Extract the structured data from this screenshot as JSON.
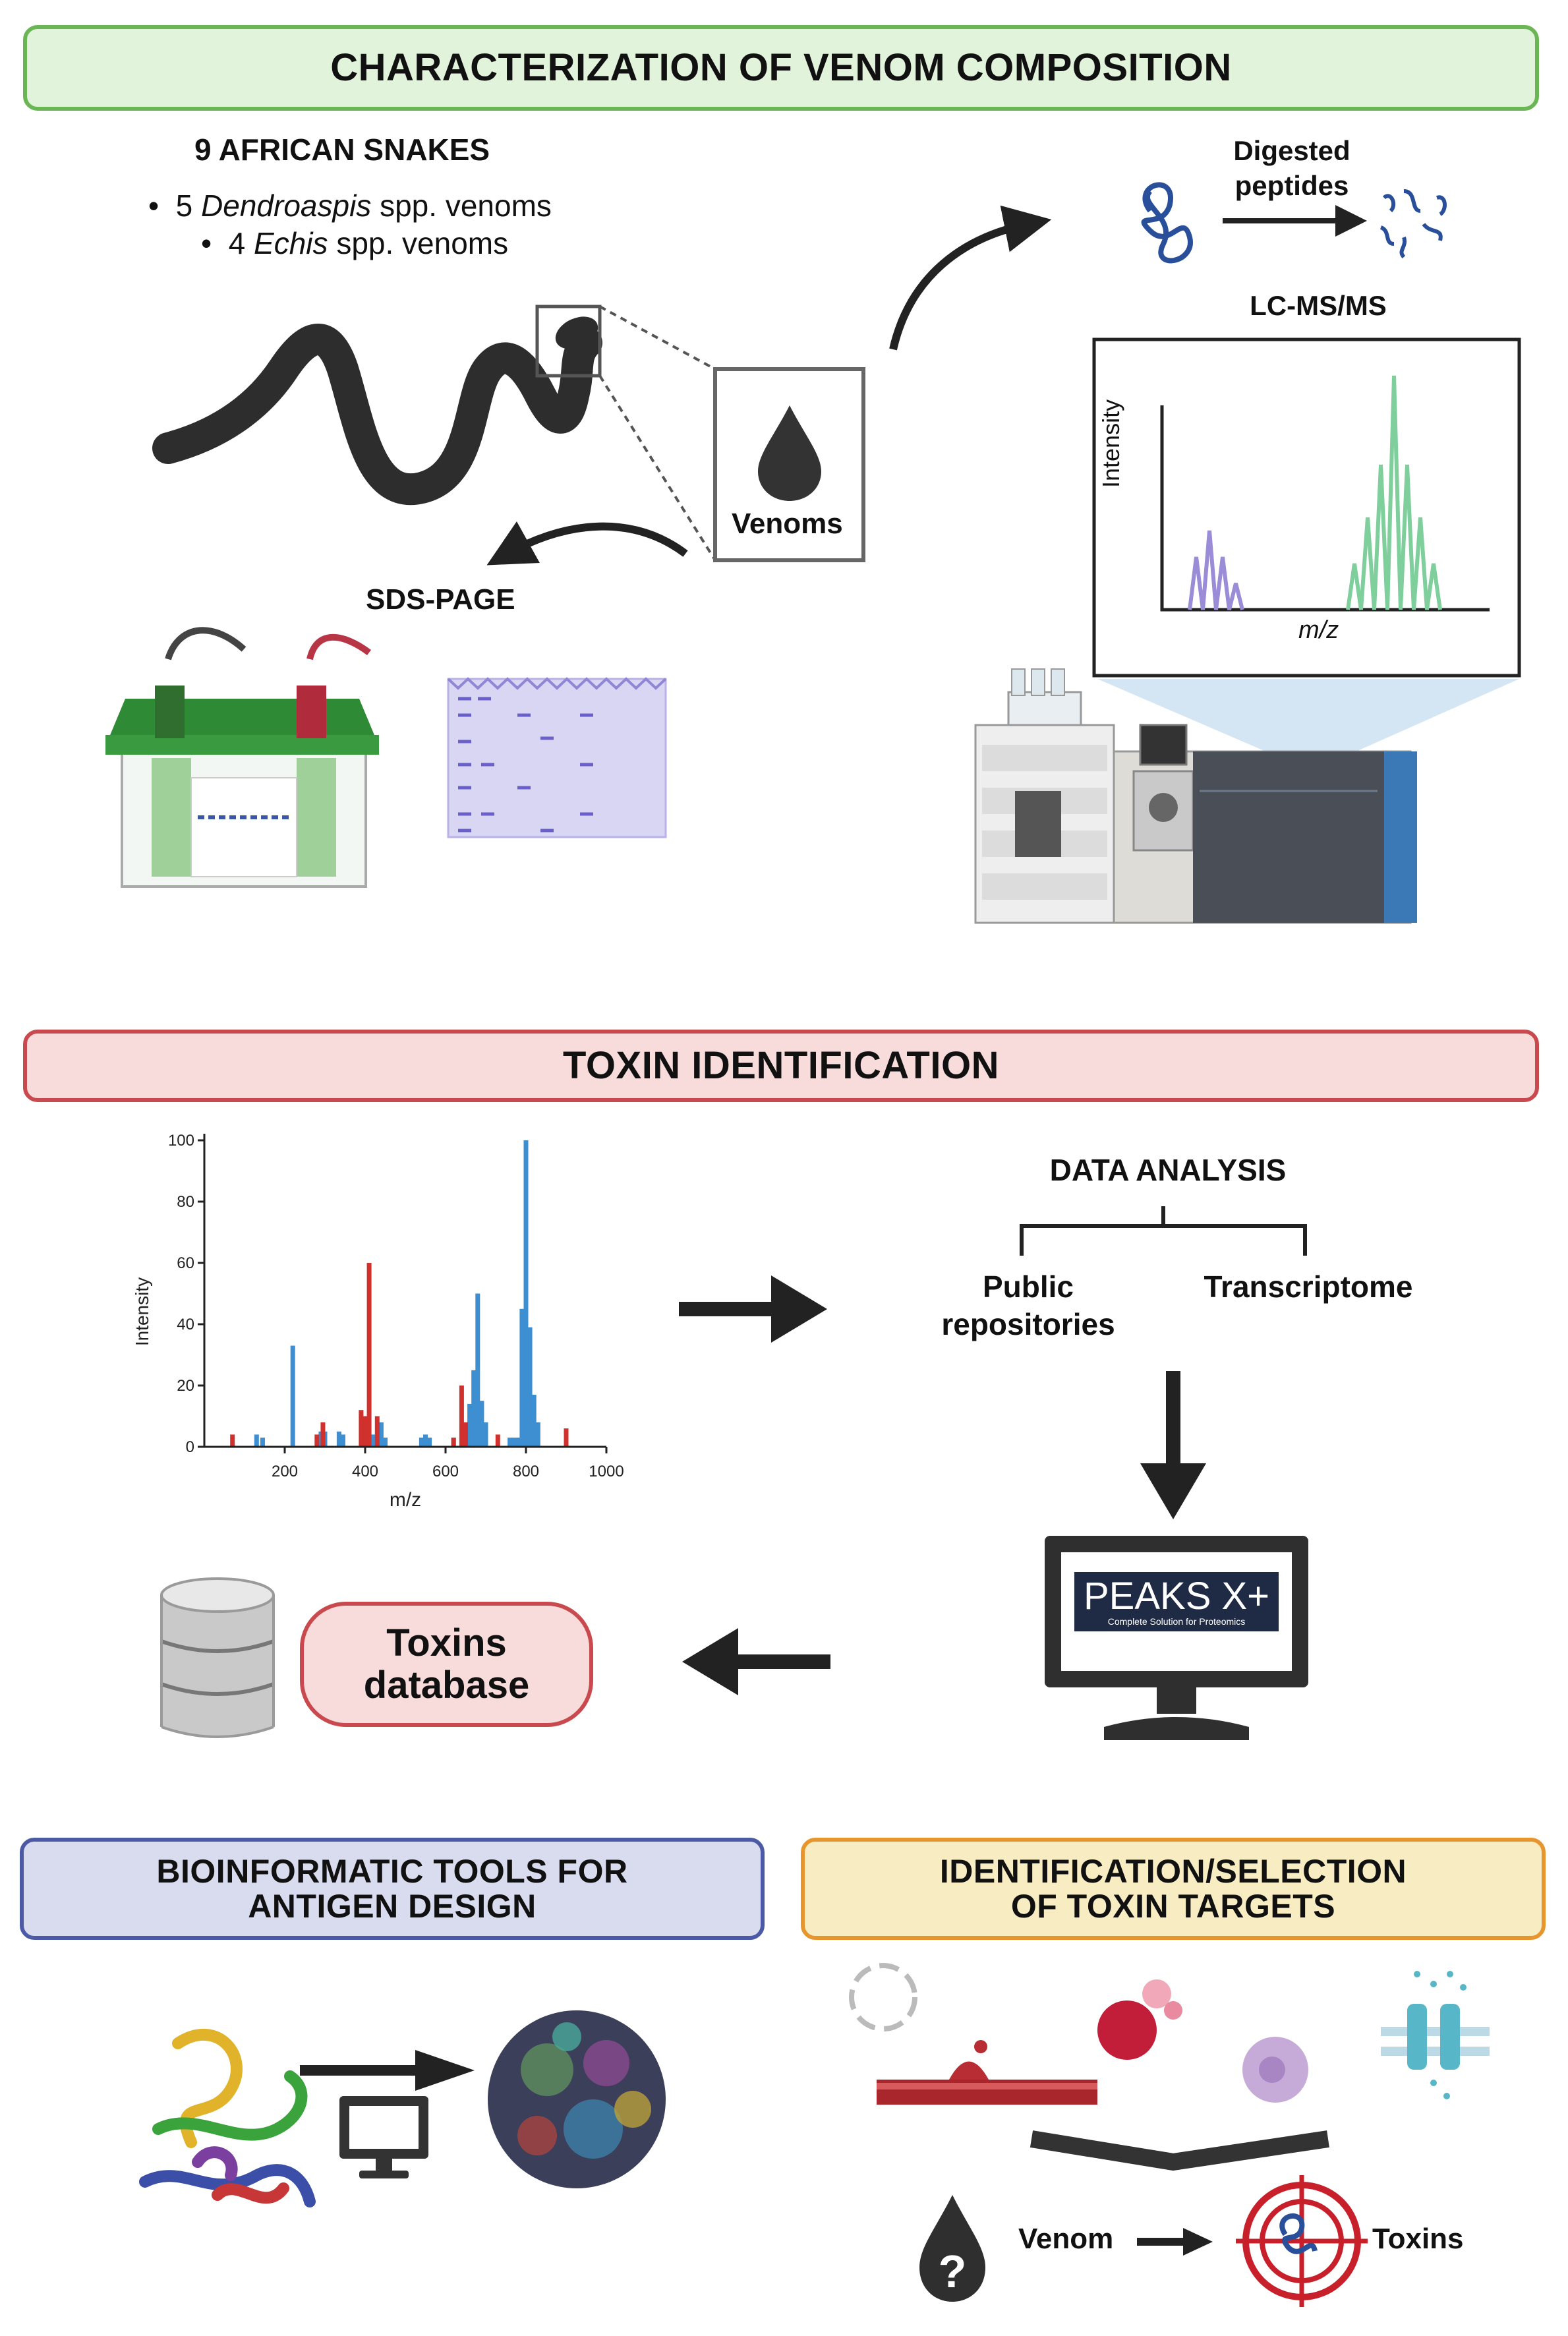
{
  "sections": {
    "composition": {
      "title": "CHARACTERIZATION OF VENOM COMPOSITION",
      "snakes_heading": "9 AFRICAN SNAKES",
      "bullet1_count": "5",
      "bullet1_genus": "Dendroaspis",
      "bullet1_rest": "spp. venoms",
      "bullet2_count": "4",
      "bullet2_genus": "Echis",
      "bullet2_rest": "spp. venoms",
      "venoms_label": "Venoms",
      "sds_page_label": "SDS-PAGE",
      "digested_label_line1": "Digested",
      "digested_label_line2": "peptides",
      "lcms_label": "LC-MS/MS",
      "ms_ylabel": "Intensity",
      "ms_xlabel": "m/z"
    },
    "identification": {
      "title": "TOXIN IDENTIFICATION",
      "data_analysis": "DATA ANALYSIS",
      "public_line1": "Public",
      "public_line2": "repositories",
      "transcriptome": "Transcriptome",
      "software_logo": "PEAKS X+",
      "software_tagline": "Complete Solution for Proteomics",
      "toxins_db_line1": "Toxins",
      "toxins_db_line2": "database"
    },
    "bioinformatics": {
      "title_line1": "BIOINFORMATIC TOOLS FOR",
      "title_line2": "ANTIGEN DESIGN"
    },
    "targets": {
      "title_line1": "IDENTIFICATION/SELECTION",
      "title_line2": "OF TOXIN TARGETS",
      "venom_label": "Venom",
      "toxins_label": "Toxins"
    }
  },
  "colors": {
    "green_border": "#6ab655",
    "red_border": "#c94a4e",
    "blue_border": "#4c5aa6",
    "orange_border": "#e7952d",
    "spectrum_blue": "#3d8fd1",
    "spectrum_red": "#d0312d",
    "peak_purple": "#9a8cd6",
    "peak_green": "#7fcf9c"
  },
  "chart_data": {
    "type": "bar",
    "xlabel": "m/z",
    "ylabel": "Intensity",
    "xlim": [
      0,
      1000
    ],
    "ylim": [
      0,
      100
    ],
    "x_ticks": [
      200,
      400,
      600,
      800,
      1000
    ],
    "y_ticks": [
      0,
      20,
      40,
      60,
      80,
      100
    ],
    "series": [
      {
        "color": "#3d8fd1",
        "points": [
          [
            130,
            4
          ],
          [
            145,
            3
          ],
          [
            220,
            33
          ],
          [
            290,
            5
          ],
          [
            300,
            5
          ],
          [
            335,
            5
          ],
          [
            345,
            4
          ],
          [
            420,
            4
          ],
          [
            440,
            8
          ],
          [
            450,
            3
          ],
          [
            540,
            3
          ],
          [
            550,
            4
          ],
          [
            560,
            3
          ],
          [
            620,
            3
          ],
          [
            660,
            14
          ],
          [
            670,
            25
          ],
          [
            680,
            50
          ],
          [
            690,
            15
          ],
          [
            700,
            8
          ],
          [
            760,
            3
          ],
          [
            770,
            3
          ],
          [
            780,
            3
          ],
          [
            790,
            45
          ],
          [
            800,
            100
          ],
          [
            810,
            39
          ],
          [
            820,
            17
          ],
          [
            830,
            8
          ]
        ]
      },
      {
        "color": "#d0312d",
        "points": [
          [
            70,
            4
          ],
          [
            280,
            4
          ],
          [
            295,
            8
          ],
          [
            390,
            12
          ],
          [
            400,
            10
          ],
          [
            410,
            60
          ],
          [
            430,
            10
          ],
          [
            620,
            3
          ],
          [
            640,
            20
          ],
          [
            650,
            8
          ],
          [
            730,
            4
          ],
          [
            900,
            6
          ]
        ]
      }
    ]
  }
}
